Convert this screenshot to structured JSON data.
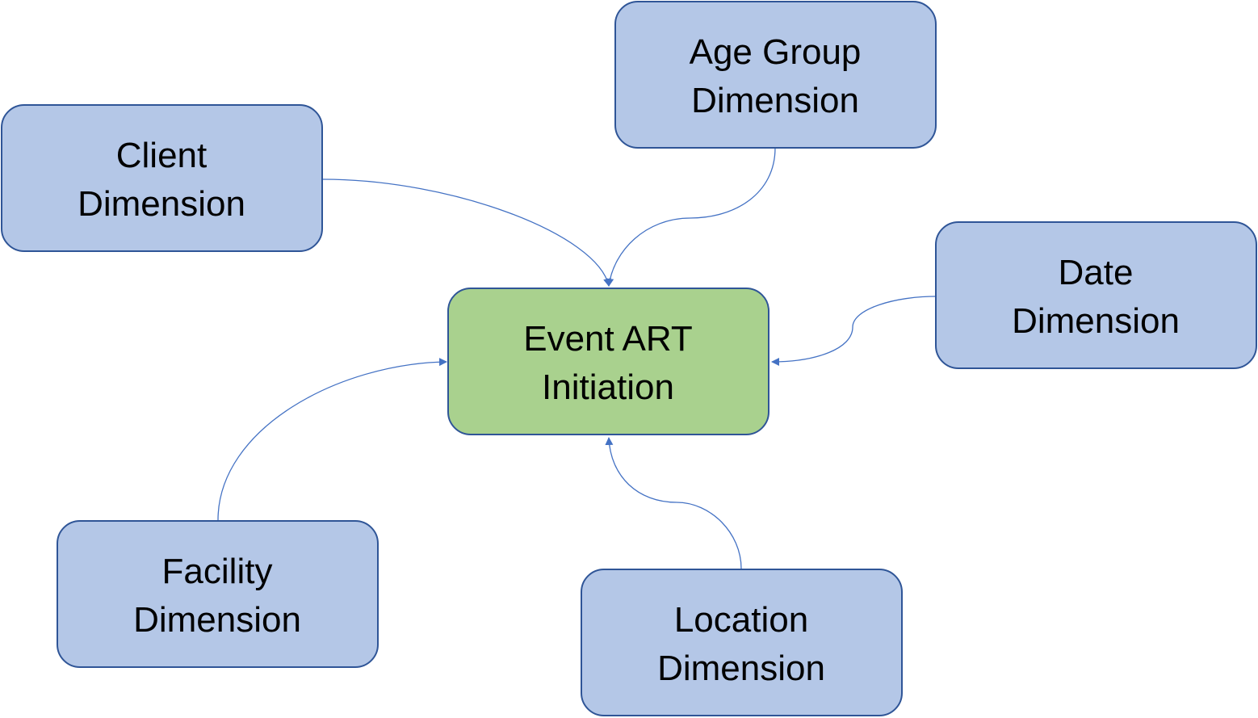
{
  "colors": {
    "dimension_fill": "#b4c7e7",
    "dimension_stroke": "#2f5597",
    "fact_fill": "#a9d18e",
    "fact_stroke": "#2f5597",
    "edge": "#4472c4"
  },
  "fact": {
    "line1": "Event ART",
    "line2": "Initiation"
  },
  "dimensions": {
    "client": {
      "line1": "Client",
      "line2": "Dimension"
    },
    "age_group": {
      "line1": "Age Group",
      "line2": "Dimension"
    },
    "date": {
      "line1": "Date",
      "line2": "Dimension"
    },
    "facility": {
      "line1": "Facility",
      "line2": "Dimension"
    },
    "location": {
      "line1": "Location",
      "line2": "Dimension"
    }
  }
}
